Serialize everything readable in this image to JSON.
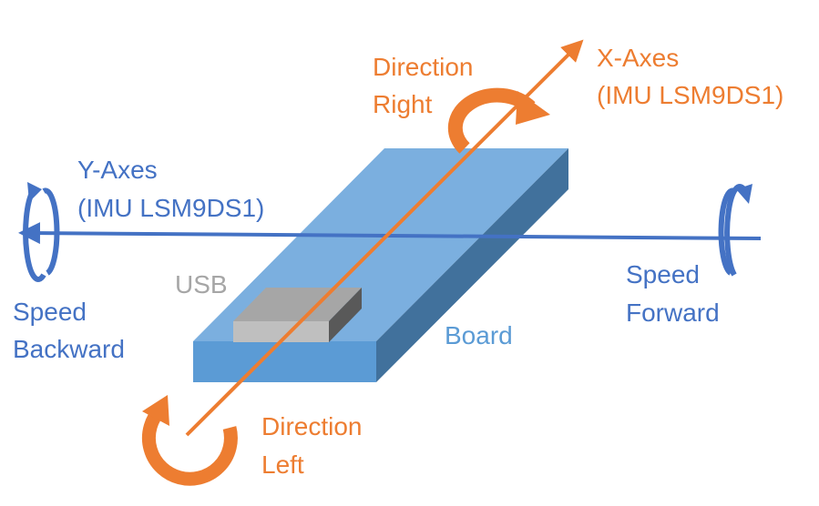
{
  "labels": {
    "x_axis_line1": "X-Axes",
    "x_axis_line2": "(IMU LSM9DS1)",
    "y_axis_line1": "Y-Axes",
    "y_axis_line2": "(IMU LSM9DS1)",
    "direction_right_line1": "Direction",
    "direction_right_line2": "Right",
    "direction_left_line1": "Direction",
    "direction_left_line2": "Left",
    "speed_forward_line1": "Speed",
    "speed_forward_line2": "Forward",
    "speed_backward_line1": "Speed",
    "speed_backward_line2": "Backward",
    "usb": "USB",
    "board": "Board"
  },
  "colors": {
    "x_axis": "#ed7d31",
    "y_axis": "#4472c4",
    "board_top": "#7bafdf",
    "board_front": "#5b9bd5",
    "board_side": "#41719c",
    "usb_top": "#a6a6a6",
    "usb_front": "#bfbfbf",
    "usb_side": "#595959",
    "usb_label": "#a6a6a6",
    "board_label": "#5b9bd5"
  },
  "icons": {
    "x_axis_arrow": "arrow-up-right-icon",
    "y_axis_arrow": "arrow-left-icon",
    "rotation_right": "rotate-clockwise-icon",
    "rotation_left": "rotate-counterclockwise-icon"
  }
}
